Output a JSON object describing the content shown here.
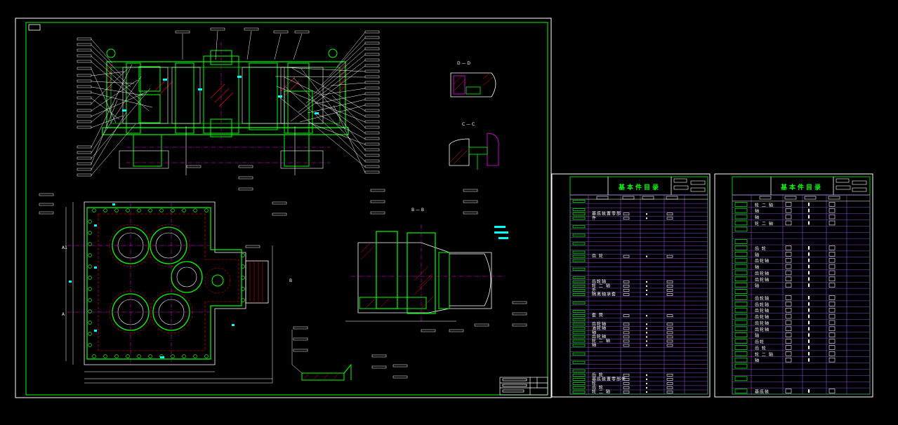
{
  "colors": {
    "background": "#000000",
    "frame": "#00ff00",
    "lines": "#ffffff",
    "parts": "#00ff00",
    "hatch": "#ff0000",
    "accent": "#ff00ff",
    "dims": "#00ffff",
    "table_grid": "#8a4bd6"
  },
  "drawing": {
    "section_labels": {
      "d": "D — D",
      "c": "C — C",
      "b": "B — B",
      "a": "A",
      "a1": "A1",
      "b_side": "B"
    }
  },
  "tables": [
    {
      "title": "基本件目录"
    },
    {
      "title": "基本件目录"
    }
  ],
  "table_rows_left": [
    "",
    "",
    "",
    "",
    "基底装置零部",
    "件",
    "",
    "",
    "",
    "",
    "",
    "",
    "",
    "",
    "齿  轮",
    "",
    "",
    "",
    "",
    "",
    "齿轮轴",
    "轮 二 轴",
    "外",
    "隔离轴承套",
    "",
    "",
    "",
    "",
    "套  筒",
    "",
    "齿轮轴",
    "油轮轴",
    "轴",
    "齿轮轴",
    "轮 二 轴",
    "轴",
    "",
    "",
    "",
    "",
    "",
    "",
    "齿  轮",
    "基底装置零部件",
    "轮",
    "齿  轮",
    "轮 二 轴"
  ],
  "table_rows_right": [
    "",
    "轮 二 轴",
    "轴",
    "轴",
    "轮 二 轴",
    "",
    "",
    "",
    "齿  轮",
    "轴",
    "齿轮轴",
    "轴",
    "齿轮轴",
    "齿轮轴",
    "轴",
    "",
    "齿轮轴",
    "齿轮轴",
    "齿轮轴",
    "齿轮轴",
    "齿轮轴",
    "齿轮轴",
    "轴",
    "齿轮",
    "齿  轮",
    "轮 二 轴",
    "轴",
    "",
    "",
    "",
    "",
    "基底装"
  ]
}
